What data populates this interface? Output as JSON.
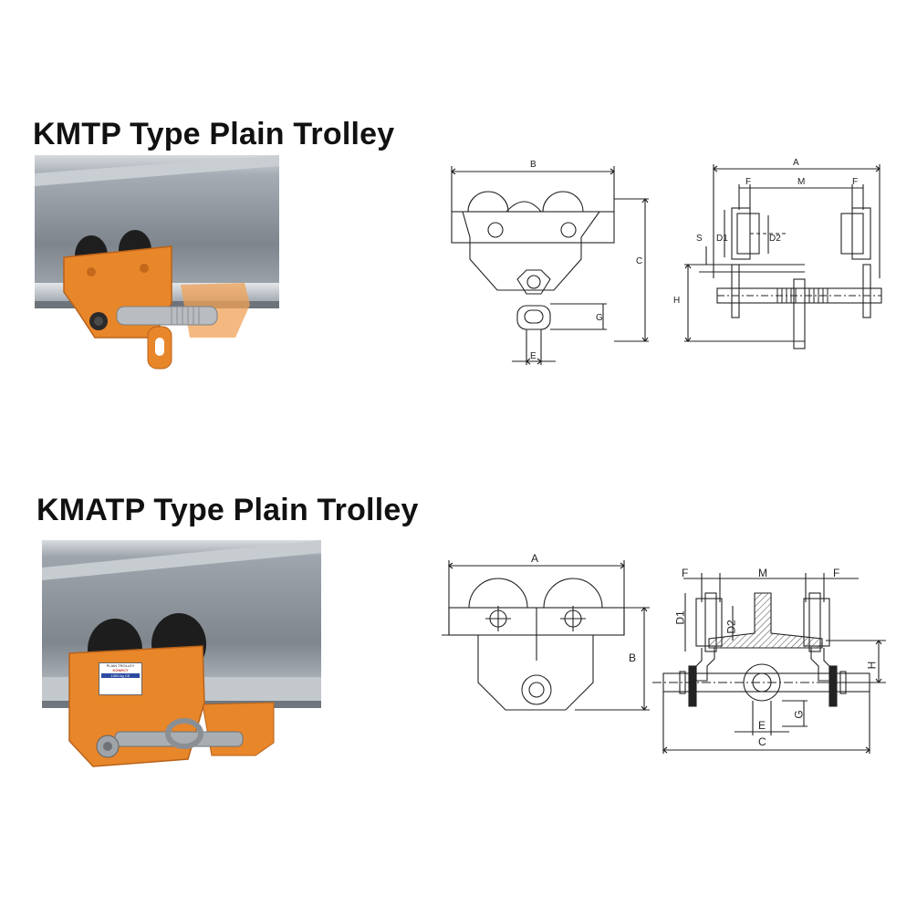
{
  "sections": [
    {
      "title": "KMTP Type Plain Trolley",
      "side_view_dims": [
        "B",
        "C",
        "G",
        "E"
      ],
      "front_view_dims": [
        "A",
        "F",
        "M",
        "F",
        "D1",
        "D2",
        "S",
        "H"
      ]
    },
    {
      "title": "KMATP Type Plain Trolley",
      "plate": {
        "line1": "PLAIN TROLLEY",
        "line2": "KONECY",
        "capacity": "1000 kg",
        "mark": "CE"
      },
      "side_view_dims": [
        "A",
        "B"
      ],
      "front_view_dims": [
        "F",
        "M",
        "F",
        "D1",
        "D2",
        "H",
        "G",
        "E",
        "C"
      ]
    }
  ],
  "colors": {
    "trolley_orange": "#e8862a",
    "beam_grey": "#8d949c",
    "line": "#222222"
  }
}
